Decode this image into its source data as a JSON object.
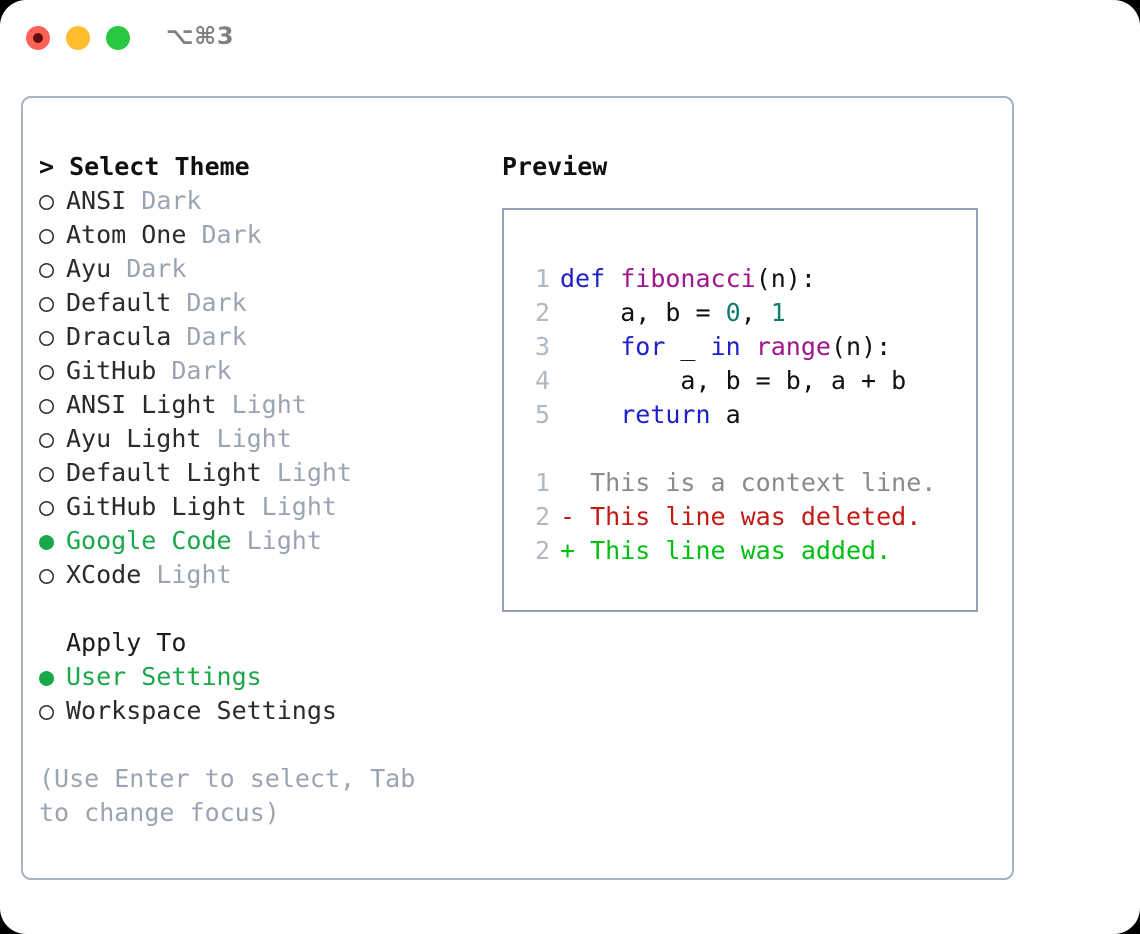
{
  "titlebar": {
    "shortcut": "⌥⌘3",
    "lights": [
      {
        "name": "close",
        "color": "#ff6159"
      },
      {
        "name": "minimize",
        "color": "#ffbd2e"
      },
      {
        "name": "maximize",
        "color": "#28c840"
      }
    ]
  },
  "theme_picker": {
    "heading": "> Select Theme",
    "items": [
      {
        "bullet": "○",
        "label": "ANSI",
        "tag": "Dark",
        "selected": false
      },
      {
        "bullet": "○",
        "label": "Atom One",
        "tag": "Dark",
        "selected": false
      },
      {
        "bullet": "○",
        "label": "Ayu",
        "tag": "Dark",
        "selected": false
      },
      {
        "bullet": "○",
        "label": "Default",
        "tag": "Dark",
        "selected": false
      },
      {
        "bullet": "○",
        "label": "Dracula",
        "tag": "Dark",
        "selected": false
      },
      {
        "bullet": "○",
        "label": "GitHub",
        "tag": "Dark",
        "selected": false
      },
      {
        "bullet": "○",
        "label": "ANSI Light",
        "tag": "Light",
        "selected": false
      },
      {
        "bullet": "○",
        "label": "Ayu Light",
        "tag": "Light",
        "selected": false
      },
      {
        "bullet": "○",
        "label": "Default Light",
        "tag": "Light",
        "selected": false
      },
      {
        "bullet": "○",
        "label": "GitHub Light",
        "tag": "Light",
        "selected": false
      },
      {
        "bullet": "●",
        "label": "Google Code",
        "tag": "Light",
        "selected": true
      },
      {
        "bullet": "○",
        "label": "XCode",
        "tag": "Light",
        "selected": false
      }
    ]
  },
  "apply_to": {
    "heading": "Apply To",
    "items": [
      {
        "bullet": "●",
        "label": "User Settings",
        "selected": true
      },
      {
        "bullet": "○",
        "label": "Workspace Settings",
        "selected": false
      }
    ]
  },
  "hint": "(Use Enter to select, Tab to change focus)",
  "preview": {
    "heading": "Preview",
    "code_lines": [
      {
        "num": "1",
        "tokens": [
          {
            "t": "def",
            "c": "kw"
          },
          {
            "t": " ",
            "c": "pl"
          },
          {
            "t": "fibonacci",
            "c": "fn"
          },
          {
            "t": "(n):",
            "c": "pl"
          }
        ]
      },
      {
        "num": "2",
        "tokens": [
          {
            "t": "    a, b = ",
            "c": "pl"
          },
          {
            "t": "0",
            "c": "num"
          },
          {
            "t": ", ",
            "c": "pl"
          },
          {
            "t": "1",
            "c": "num"
          }
        ]
      },
      {
        "num": "3",
        "tokens": [
          {
            "t": "    ",
            "c": "pl"
          },
          {
            "t": "for",
            "c": "kw"
          },
          {
            "t": " _ ",
            "c": "pl"
          },
          {
            "t": "in",
            "c": "kw"
          },
          {
            "t": " ",
            "c": "pl"
          },
          {
            "t": "range",
            "c": "fn"
          },
          {
            "t": "(n):",
            "c": "pl"
          }
        ]
      },
      {
        "num": "4",
        "tokens": [
          {
            "t": "        a, b = b, a + b",
            "c": "pl"
          }
        ]
      },
      {
        "num": "5",
        "tokens": [
          {
            "t": "    ",
            "c": "pl"
          },
          {
            "t": "return",
            "c": "kw"
          },
          {
            "t": " a",
            "c": "pl"
          }
        ]
      }
    ],
    "diff_lines": [
      {
        "num": "1",
        "marker": " ",
        "text": " This is a context line.",
        "kind": "d-ctx"
      },
      {
        "num": "2",
        "marker": "-",
        "text": " This line was deleted.",
        "kind": "d-del"
      },
      {
        "num": "2",
        "marker": "+",
        "text": " This line was added.",
        "kind": "d-add"
      }
    ]
  },
  "colors": {
    "selection_green": "#1aa84a",
    "tag_gray": "#9aa4b2",
    "keyword_blue": "#2020c8",
    "function_purple": "#a0158a",
    "number_teal": "#0e7c70",
    "diff_deleted_red": "#c41a16",
    "diff_added_green": "#00bf12",
    "panel_border": "#a8b1bf",
    "preview_border": "#94a0b4",
    "line_number_gray": "#b0b8c4"
  }
}
